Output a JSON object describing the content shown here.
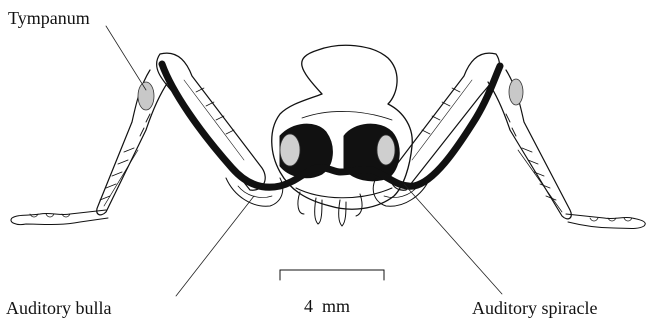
{
  "labels": {
    "tympanum": "Tympanum",
    "auditory_bulla": "Auditory bulla",
    "auditory_spiracle": "Auditory spiracle"
  },
  "scale_bar": {
    "label": "4  mm"
  },
  "colors": {
    "ink": "#111111",
    "tympanum_fill": "#c8c8c8",
    "background": "#ffffff"
  }
}
